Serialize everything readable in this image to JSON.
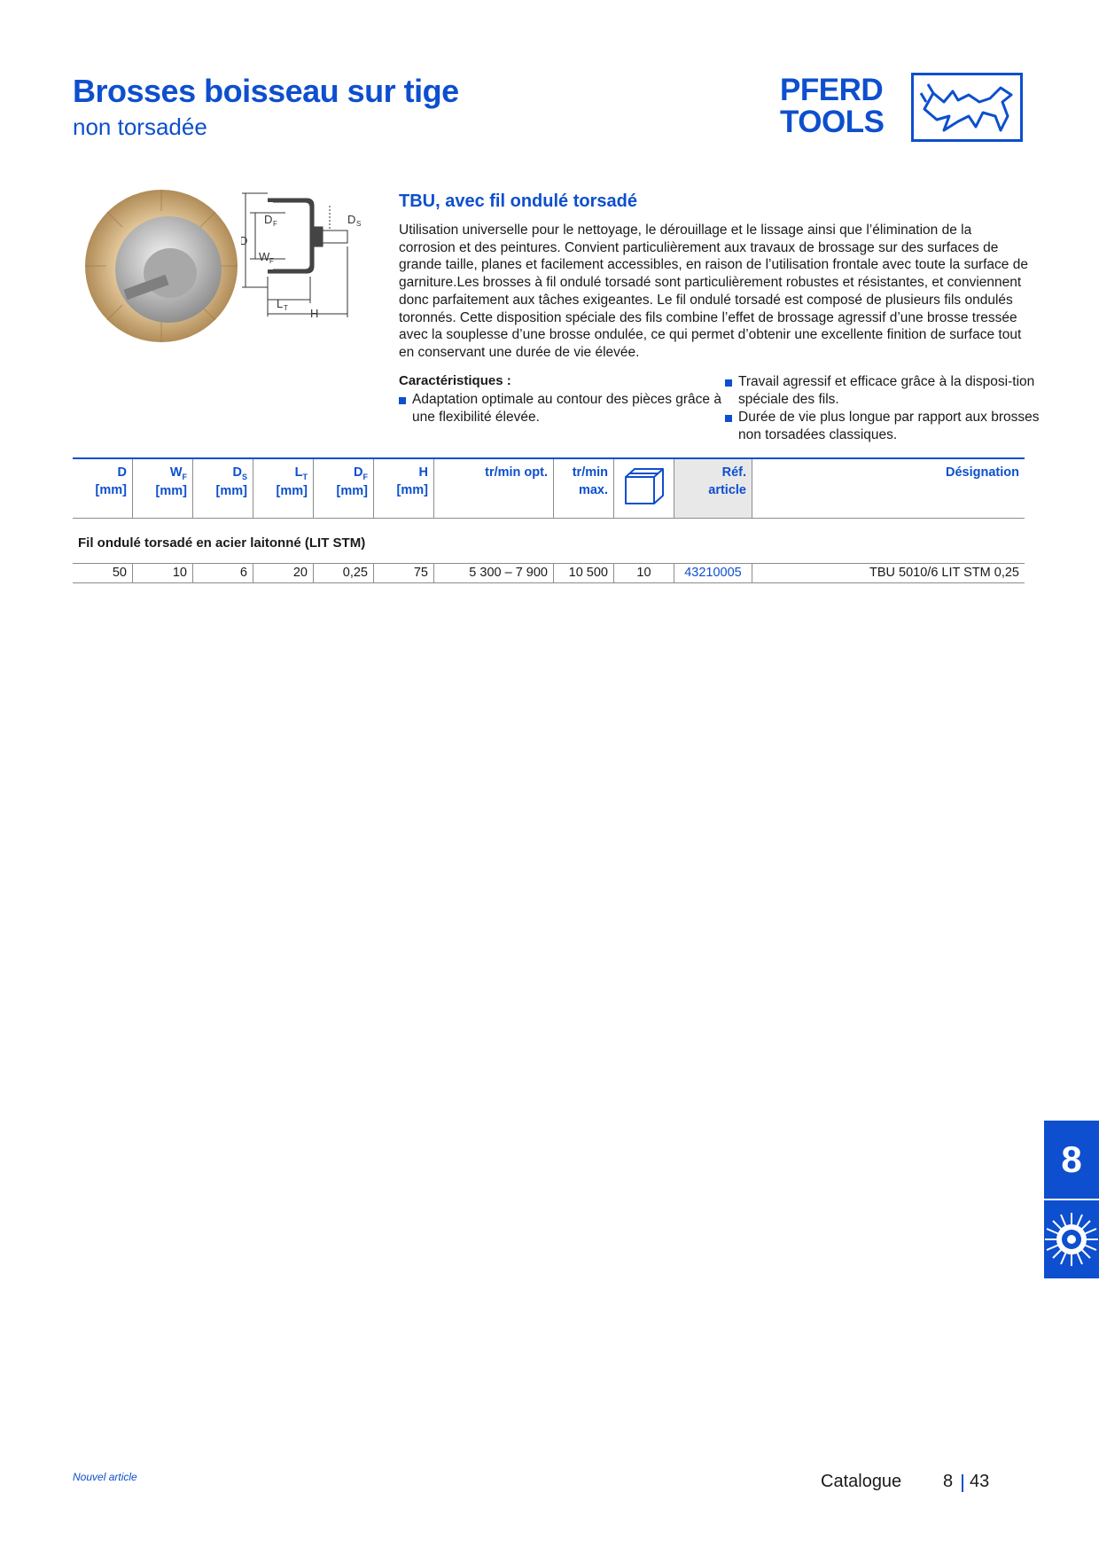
{
  "header": {
    "title": "Brosses boisseau sur tige",
    "subtitle": "non torsadée",
    "logo_line1": "PFERD",
    "logo_line2": "TOOLS"
  },
  "product": {
    "title": "TBU, avec fil ondulé torsadé",
    "description": "Utilisation universelle pour le nettoyage, le dérouillage et le lissage ainsi que l’élimination de la corrosion et des peintures. Convient particulièrement aux travaux de brossage sur des surfaces de grande taille, planes et facilement accessibles, en raison de l’utilisation frontale avec toute la surface de garniture.Les brosses à fil ondulé torsadé sont particulièrement robustes et résistantes, et conviennent donc parfaitement aux tâches exigeantes. Le fil ondulé torsadé est composé de plusieurs fils ondulés toronnés. Cette disposition spéciale des fils combine l’effet de brossage agressif d’une brosse tressée avec la souplesse d’une brosse ondulée, ce qui permet d’obtenir une excellente finition de surface tout en conservant une durée de vie élevée.",
    "characteristics_title": "Caractéristiques :",
    "characteristics": [
      "Adaptation optimale au contour des pièces grâce à une flexibilité élevée.",
      "Travail agressif et efficace grâce à la disposi-tion spéciale des fils.",
      "Durée de vie plus longue par rapport aux brosses non torsadées classiques."
    ]
  },
  "diagram_labels": {
    "d": "D",
    "df": "D",
    "df_sub": "F",
    "ds": "D",
    "ds_sub": "S",
    "wf": "W",
    "wf_sub": "F",
    "lt": "L",
    "lt_sub": "T",
    "h": "H"
  },
  "table": {
    "headers": [
      {
        "main": "D",
        "sub": "",
        "unit": "[mm]"
      },
      {
        "main": "W",
        "sub": "F",
        "unit": "[mm]"
      },
      {
        "main": "D",
        "sub": "S",
        "unit": "[mm]"
      },
      {
        "main": "L",
        "sub": "T",
        "unit": "[mm]"
      },
      {
        "main": "D",
        "sub": "F",
        "unit": "[mm]"
      },
      {
        "main": "H",
        "sub": "",
        "unit": "[mm]"
      },
      {
        "main": "tr/min opt.",
        "sub": "",
        "unit": ""
      },
      {
        "main": "tr/min",
        "sub": "",
        "unit": "max."
      },
      {
        "main": "",
        "sub": "",
        "unit": "",
        "icon": "package-icon"
      },
      {
        "main": "Réf.",
        "sub": "",
        "unit": "article"
      },
      {
        "main": "Désignation",
        "sub": "",
        "unit": ""
      }
    ],
    "group_title": "Fil ondulé torsadé en acier laitonné (LIT STM)",
    "rows": [
      [
        "50",
        "10",
        "6",
        "20",
        "0,25",
        "75",
        "5 300 – 7 900",
        "10 500",
        "10",
        "43210005",
        "TBU 5010/6 LIT STM 0,25"
      ]
    ]
  },
  "side_tab": {
    "number": "8",
    "icon": "brush-disc-icon"
  },
  "footer": {
    "note": "Nouvel article",
    "catalogue": "Catalogue",
    "chapter": "8",
    "page": "43"
  },
  "colors": {
    "brand": "#0d4fce",
    "ref_bg": "#e8e8e8"
  }
}
